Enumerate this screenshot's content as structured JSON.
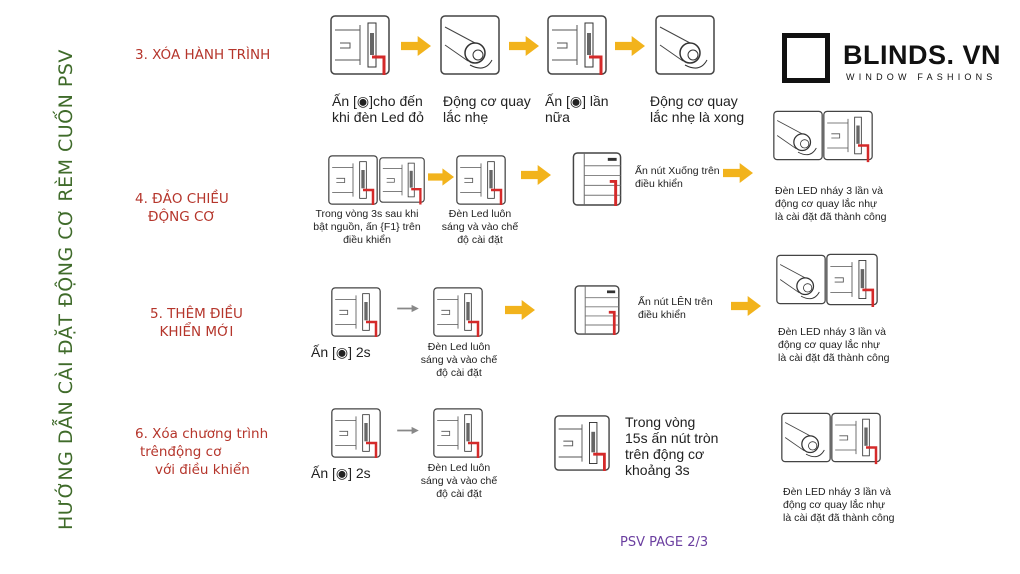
{
  "title": "HƯỚNG DẪN CÀI ĐẶT ĐỘNG CƠ RÈM CUỐN PSV",
  "brand": {
    "name": "BLINDS. VN",
    "tagline": "WINDOW FASHIONS"
  },
  "colors": {
    "section": "#b5352b",
    "title": "#3f6b2a",
    "arrow": "#f2b31c",
    "pointer": "#d42a2a",
    "footer": "#6b3fa0"
  },
  "sections": [
    {
      "label_lines": [
        "3. XÓA HÀNH TRÌNH"
      ],
      "steps": [
        "Ấn [◉]cho đến khi đèn Led đỏ",
        "Động cơ quay lắc nhẹ",
        "Ấn [◉] lần nữa",
        "Động cơ quay lắc nhẹ là xong"
      ]
    },
    {
      "label_lines": [
        "4. ĐẢO CHIỀU",
        "ĐỘNG CƠ"
      ],
      "steps": [
        "Trong vòng 3s sau khi bật nguồn, ấn {F1} trên điều khiển",
        "Đèn Led luôn sáng và vào chế độ cài đặt",
        "Ấn nút Xuống trên điều khiển",
        "Đèn LED nháy 3 lần và động cơ quay lắc nhự là cài đặt đã thành công"
      ]
    },
    {
      "label_lines": [
        "5. THÊM ĐIỀU",
        "KHIỂN MỚI"
      ],
      "steps": [
        "Ấn [◉] 2s",
        "Đèn Led luôn sáng và vào chế độ cài đặt",
        "Ấn nút LÊN trên điều khiển",
        "Đèn LED nháy 3 lần và động cơ quay lắc nhự là cài đặt đã thành công"
      ]
    },
    {
      "label_lines": [
        "6. Xóa chương trình",
        "trênđộng cơ",
        "với điều khiển"
      ],
      "steps": [
        "Ấn [◉] 2s",
        "Đèn Led luôn sáng và vào chế độ cài đặt",
        "Trong vòng 15s ấn nút tròn trên động cơ khoảng 3s",
        "Đèn LED nháy 3 lần và động cơ quay lắc nhự là cài đặt đã thành công"
      ]
    }
  ],
  "footer": "PSV PAGE 2/3"
}
